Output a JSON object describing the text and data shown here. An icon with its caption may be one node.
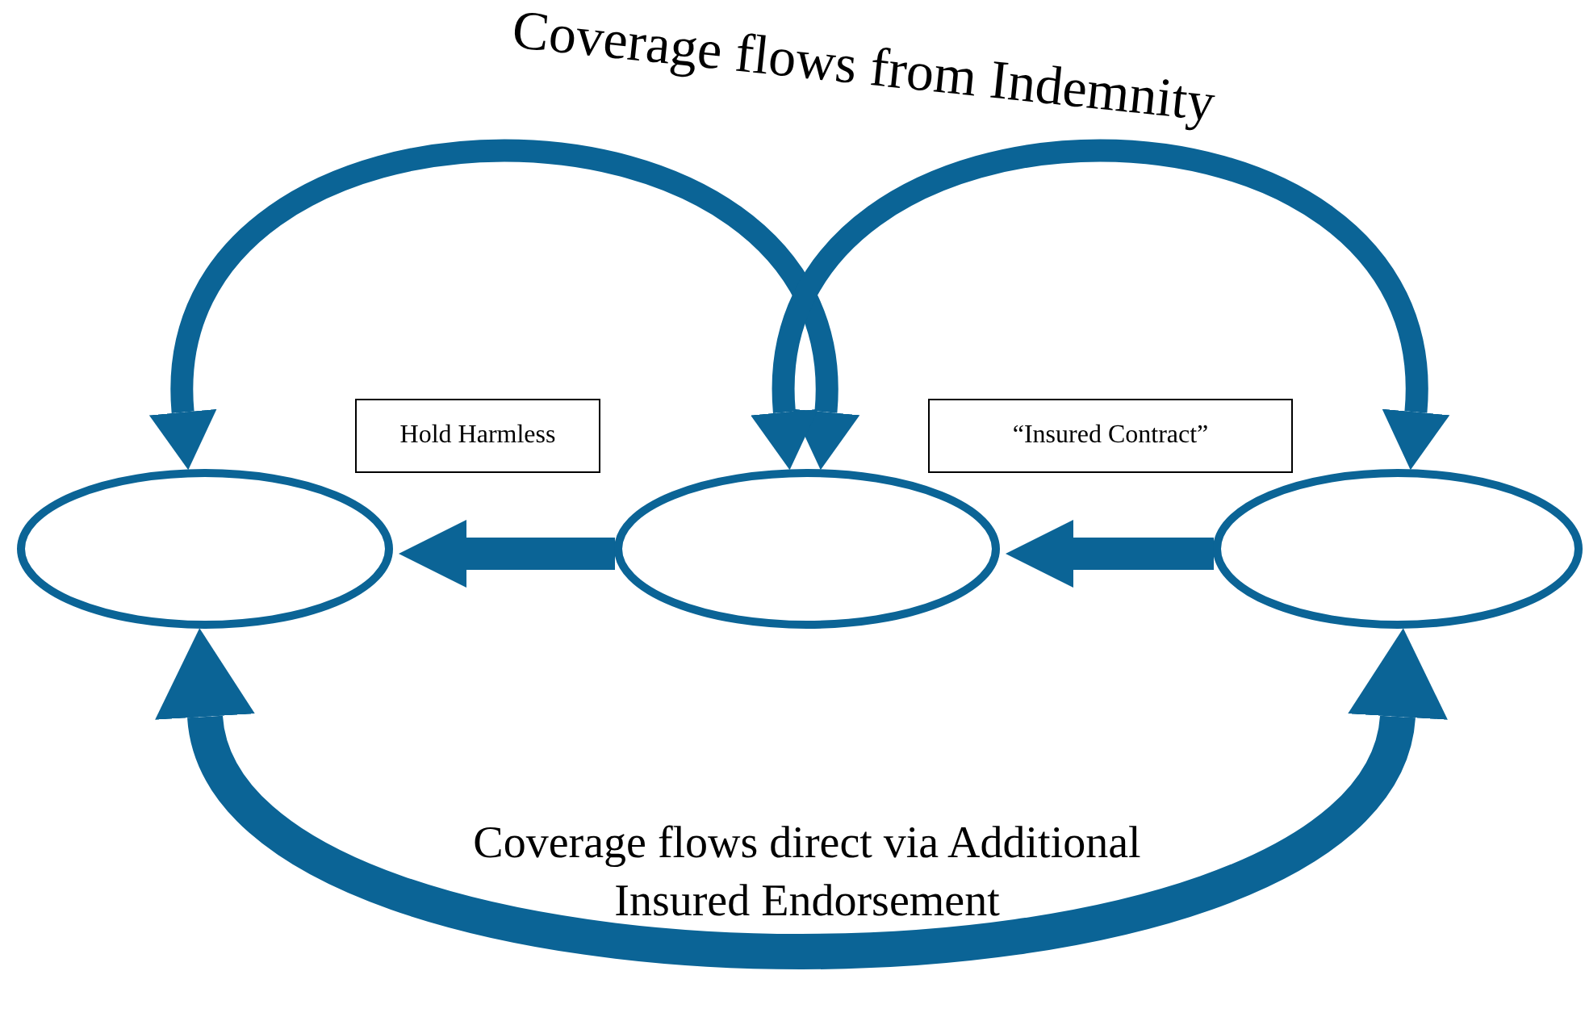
{
  "diagram": {
    "nodes": [
      {
        "text": [],
        "shape": "ellipse"
      },
      {
        "text": [],
        "shape": "ellipse"
      },
      {
        "text": [],
        "shape": "ellipse"
      },
      {
        "text": [
          "Hold Harmless"
        ]
      },
      {
        "text": [
          "“Insured Contract”"
        ]
      }
    ],
    "edges": [
      {
        "from": 1,
        "to": 0,
        "arrow": "both"
      },
      {
        "from": 2,
        "to": 1,
        "arrow": "both"
      },
      {
        "from": 1,
        "to": 0,
        "arrow": "to"
      },
      {
        "from": 2,
        "to": 1,
        "arrow": "to"
      },
      {
        "from": 0,
        "to": 2,
        "arrow": "both",
        "label": "Coverage flows direct via Additional Insured Endorsement"
      }
    ],
    "labels": [
      "Coverage flows from Indemnity"
    ]
  }
}
